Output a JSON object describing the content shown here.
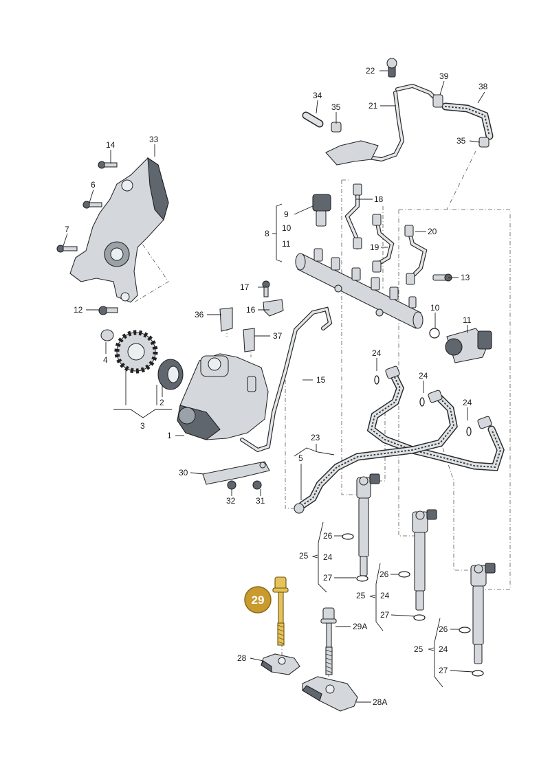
{
  "highlight": {
    "number": "29",
    "color": "#c99a2e"
  },
  "labels": {
    "l22": "22",
    "l39": "39",
    "l38": "38",
    "l34": "34",
    "l35a": "35",
    "l21": "21",
    "l35b": "35",
    "l33": "33",
    "l14": "14",
    "l6": "6",
    "l7": "7",
    "l12": "12",
    "l18": "18",
    "l9": "9",
    "l8": "8",
    "l10a": "10",
    "l11a": "11",
    "l20": "20",
    "l19": "19",
    "l13": "13",
    "l17": "17",
    "l36": "36",
    "l16": "16",
    "l10b": "10",
    "l11b": "11",
    "l37": "37",
    "l4": "4",
    "l2": "2",
    "l3": "3",
    "l15": "15",
    "l1": "1",
    "l24a": "24",
    "l24b": "24",
    "l24c": "24",
    "l23": "23",
    "l5": "5",
    "l30": "30",
    "l32": "32",
    "l31": "31",
    "l26a": "26",
    "l25a": "25",
    "l24d": "24",
    "l27a": "27",
    "l26b": "26",
    "l25b": "25",
    "l24e": "24",
    "l27b": "27",
    "l26c": "26",
    "l25c": "25",
    "l24f": "24",
    "l27c": "27",
    "l29A": "29A",
    "l28": "28",
    "l28A": "28A"
  }
}
